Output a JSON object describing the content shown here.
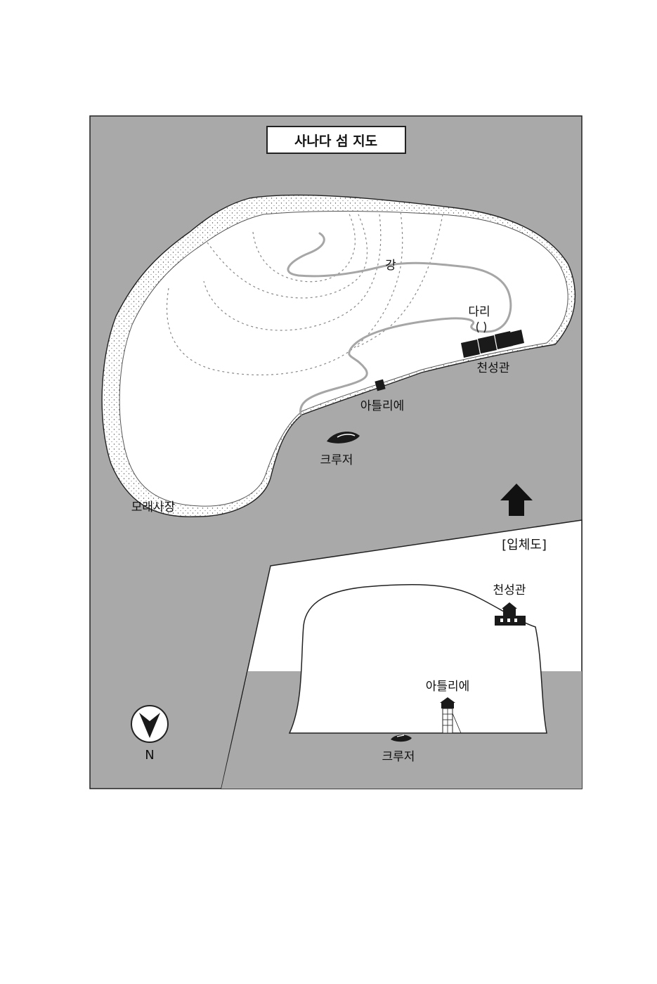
{
  "map": {
    "title": "사나다 섬 지도",
    "compass_letter": "N",
    "labels": {
      "river": "강",
      "bridge": "다리",
      "tenseikan": "천성관",
      "atelier": "아틀리에",
      "cruiser": "크루저",
      "beach": "모래사장"
    },
    "perspective": {
      "title": "[입체도]",
      "tenseikan": "천성관",
      "atelier": "아틀리에",
      "cruiser": "크루저"
    }
  },
  "colors": {
    "sea": "#a9a9a9",
    "land": "#ffffff",
    "outline": "#222222",
    "river": "#a6a6a6",
    "building": "#1a1a1a"
  }
}
